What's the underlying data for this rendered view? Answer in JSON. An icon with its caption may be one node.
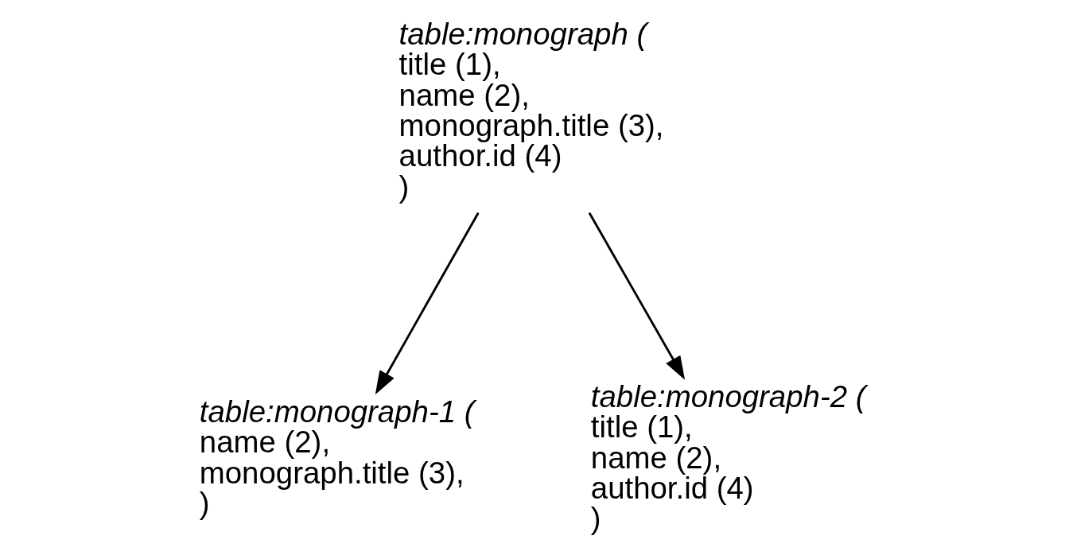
{
  "diagram": {
    "nodes": [
      {
        "text": [
          "table:monograph (",
          "title (1),",
          "name (2),",
          "monograph.title (3),",
          "author.id (4)",
          ")"
        ]
      },
      {
        "text": [
          "table:monograph-1 (",
          "name (2),",
          "monograph.title (3),",
          ")"
        ]
      },
      {
        "text": [
          "table:monograph-2 (",
          "title (1),",
          "name (2),",
          "author.id (4)",
          ")"
        ]
      }
    ],
    "edges": [
      {
        "from": 0,
        "to": 1,
        "arrow": "to"
      },
      {
        "from": 0,
        "to": 2,
        "arrow": "to"
      }
    ]
  }
}
